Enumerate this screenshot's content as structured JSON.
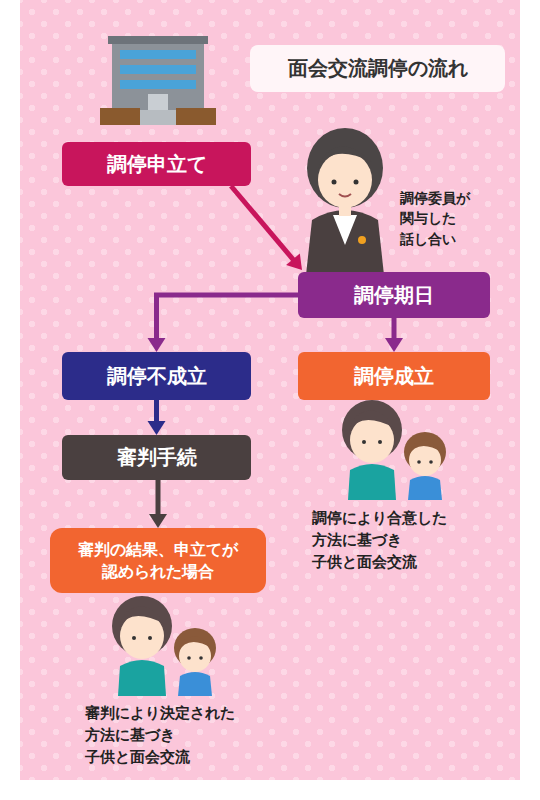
{
  "diagram": {
    "title": "面会交流調停の流れ",
    "nodes": [
      {
        "text": [
          "調停申立て"
        ]
      },
      {
        "text": [
          "調停期日"
        ]
      },
      {
        "text": [
          "調停不成立"
        ]
      },
      {
        "text": [
          "調停成立"
        ]
      },
      {
        "text": [
          "審判手続"
        ]
      },
      {
        "text": [
          "審判の結果、申立てが 認められた場合"
        ]
      }
    ],
    "edges": [
      {
        "from": 0,
        "to": 1,
        "arrow": "to"
      },
      {
        "from": 1,
        "to": 2,
        "arrow": "to"
      },
      {
        "from": 1,
        "to": 3,
        "arrow": "to"
      },
      {
        "from": 2,
        "to": 4,
        "arrow": "to"
      },
      {
        "from": 4,
        "to": 5,
        "arrow": "to"
      }
    ],
    "labels": [
      "調停委員が 関与した 話し合い",
      "調停により合意した 方法に基づき 子供と面会交流",
      "審判により決定された 方法に基づき 子供と面会交流"
    ]
  }
}
